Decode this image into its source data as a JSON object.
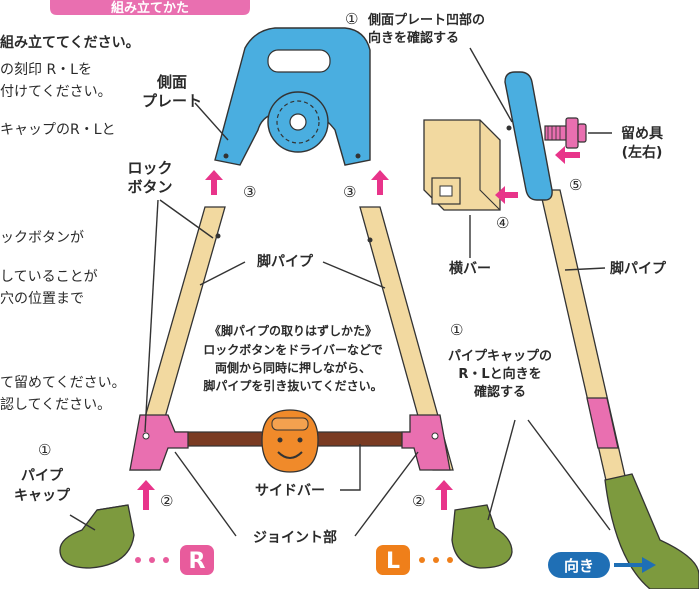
{
  "header": {
    "title_fragment": "組み立てかた"
  },
  "left_instructions": [
    "組み立ててください。",
    "の刻印 R・Lを",
    "付けてください。",
    "キャップのR・Lと",
    "ックボタンが",
    "していることが",
    "穴の位置まで",
    "て留めてください。",
    "認してください。"
  ],
  "labels": {
    "side_plate": [
      "側面",
      "プレート"
    ],
    "lock_button": [
      "ロック",
      "ボタン"
    ],
    "leg_pipe_center": "脚パイプ",
    "leg_pipe_right": "脚パイプ",
    "removal_title": "《脚パイプの取りはずしかた》",
    "removal_lines": [
      "ロックボタンをドライバーなどで",
      "両側から同時に押しながら、",
      "脚パイプを引き抜いてください。"
    ],
    "pipe_cap": [
      "パイプ",
      "キャップ"
    ],
    "side_bar": "サイドバー",
    "joint": "ジョイント部",
    "horizontal_bar": "横バー",
    "side_plate_check": [
      "側面プレート凹部の",
      "向きを確認する"
    ],
    "fastener": [
      "留め具",
      "(左右)"
    ],
    "pipe_cap_check": [
      "パイプキャップの",
      "R・Lと向きを",
      "確認する"
    ]
  },
  "steps": {
    "one": "①",
    "two": "②",
    "three": "③",
    "four": "④",
    "five": "⑤"
  },
  "badges": {
    "right_letter": "R",
    "left_letter": "L",
    "direction": "向き"
  },
  "colors": {
    "plate_blue": "#4aaee0",
    "pipe_tan": "#f2d9a0",
    "joint_pink": "#e96fb0",
    "cap_green": "#7d9a3e",
    "bar_brown": "#7a3b22",
    "face_orange": "#f08a2a",
    "arrow_magenta": "#e8348a",
    "badge_pink": "#e85b9c",
    "badge_orange": "#ef7f1a",
    "badge_blue": "#1f6fb5"
  }
}
